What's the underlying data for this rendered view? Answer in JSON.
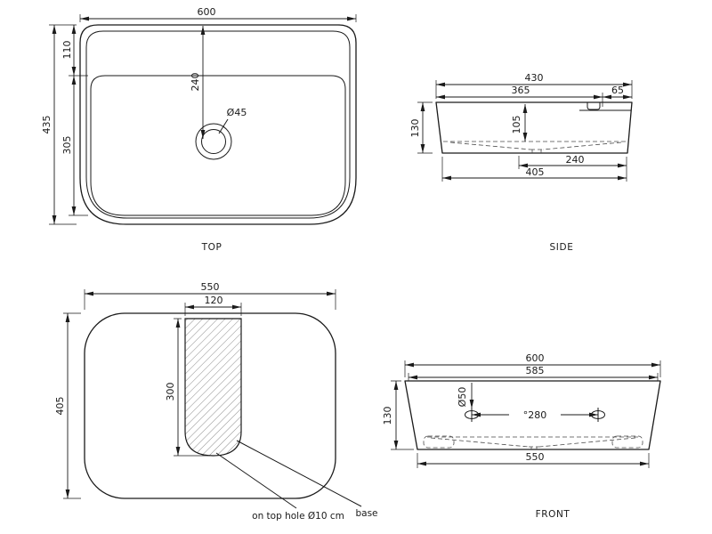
{
  "drawing": {
    "background": "#ffffff",
    "line_color": "#1a1a1a"
  },
  "views": {
    "top": {
      "label": "TOP",
      "width": "600",
      "rim_depth": "110",
      "height": "435",
      "basin_height": "305",
      "drain_offset": "240",
      "drain_diameter": "Ø45"
    },
    "side": {
      "label": "SIDE",
      "width": "430",
      "basin_width": "365",
      "deck_width": "65",
      "height": "130",
      "inner_depth": "105",
      "drain_to_edge": "240",
      "base_width": "405"
    },
    "bottom": {
      "width": "550",
      "base_width": "120",
      "height": "405",
      "base_height": "300",
      "hole_note": "on top hole Ø10 cm",
      "base_note": "base"
    },
    "front": {
      "label": "FRONT",
      "width": "600",
      "inner_width": "585",
      "hole_diameter": "Ø50",
      "hole_spacing": "°280",
      "height": "130",
      "base_width": "550"
    }
  }
}
